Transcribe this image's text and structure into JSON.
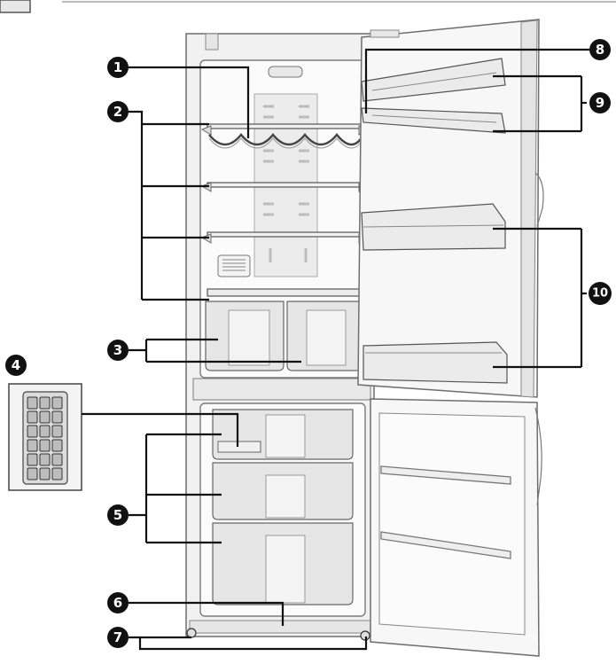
{
  "callouts": [
    {
      "id": "c1",
      "label": "1",
      "part": "wine rack"
    },
    {
      "id": "c2",
      "label": "2",
      "part": "fridge shelves"
    },
    {
      "id": "c3",
      "label": "3",
      "part": "vegetable drawers"
    },
    {
      "id": "c4",
      "label": "4",
      "part": "ice cube tray"
    },
    {
      "id": "c5",
      "label": "5",
      "part": "freezer drawers"
    },
    {
      "id": "c6",
      "label": "6",
      "part": "freezer floor"
    },
    {
      "id": "c7",
      "label": "7",
      "part": "adjustable feet"
    },
    {
      "id": "c8",
      "label": "8",
      "part": "egg / dairy door shelf"
    },
    {
      "id": "c9",
      "label": "9",
      "part": "upper door bins"
    },
    {
      "id": "c10",
      "label": "10",
      "part": "bottle door bins"
    }
  ],
  "colors": {
    "line": "#111111",
    "badge": "#111111",
    "cabinet": "#f2f2f2",
    "interior": "#fafafa",
    "drawer": "#e4e4e4",
    "outline": "#7a7a7a"
  }
}
